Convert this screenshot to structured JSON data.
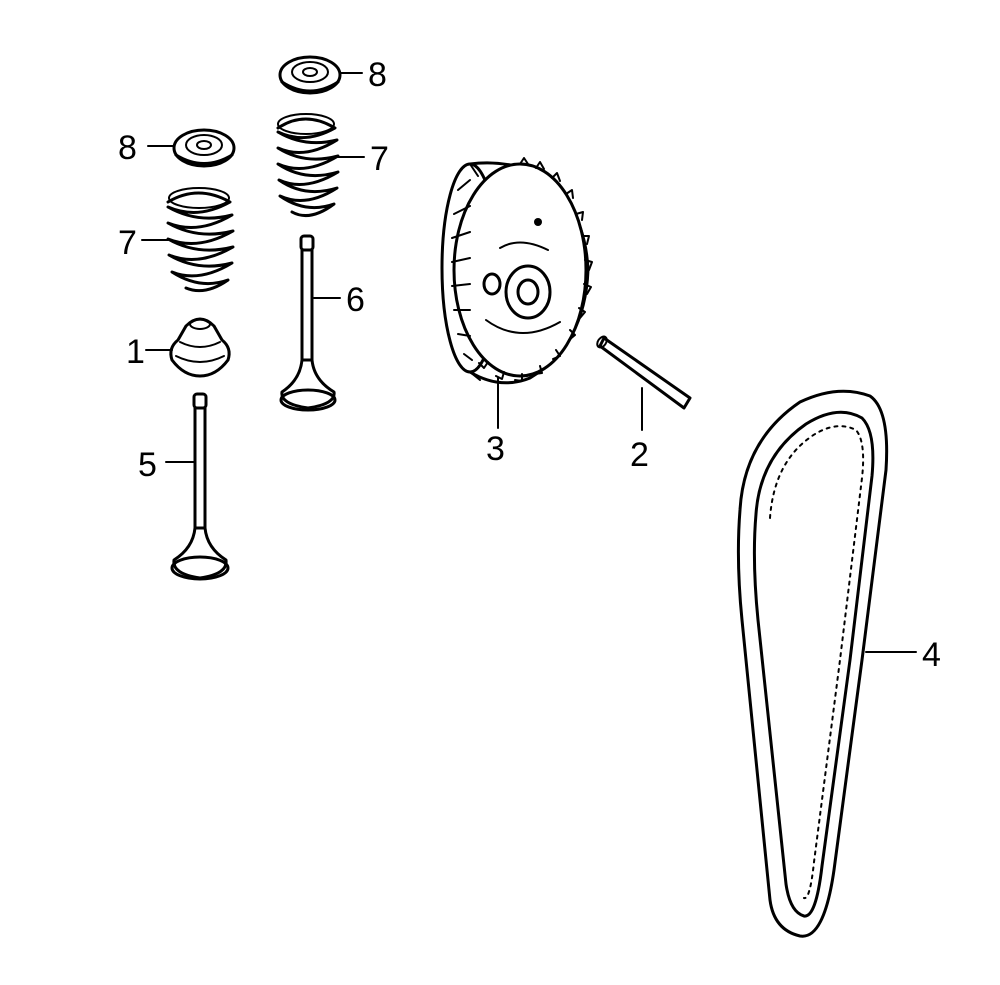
{
  "callouts": {
    "seat_top": "8",
    "seat_left": "8",
    "spring_right": "7",
    "spring_left": "7",
    "seal": "1",
    "valve_right": "6",
    "valve_left": "5",
    "pulley": "3",
    "pin": "2",
    "belt": "4"
  },
  "colors": {
    "ink": "#000000",
    "background": "#ffffff"
  }
}
